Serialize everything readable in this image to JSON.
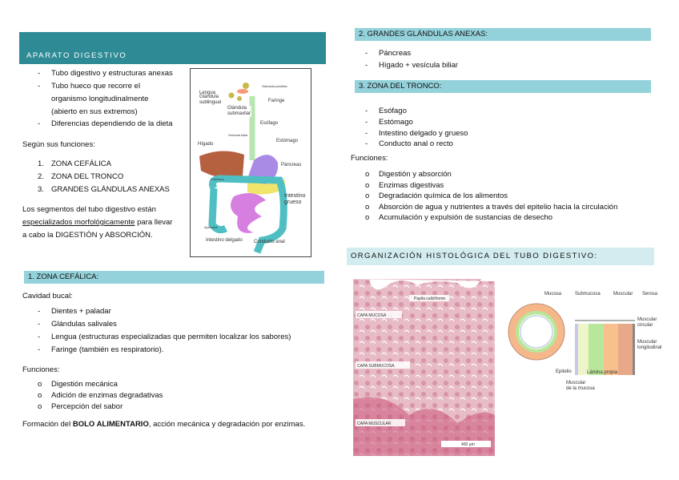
{
  "left": {
    "header": "APARATO DIGESTIVO",
    "intro_bullets": [
      "Tubo digestivo y estructuras anexas",
      "Tubo hueco que recorre el",
      "organismo longitudinalmente",
      "(abierto en sus extremos)",
      "Diferencias dependiendo de la dieta"
    ],
    "segun": "Según sus funciones:",
    "numbered": [
      {
        "n": "1.",
        "t": "ZONA CEFÁLICA"
      },
      {
        "n": "2.",
        "t": "ZONA DEL TRONCO"
      },
      {
        "n": "3.",
        "t": "GRANDES GLÁNDULAS ANEXAS"
      }
    ],
    "para": {
      "l1": "Los segmentos del tubo digestivo están",
      "l2u": "especializados morfológicamente",
      "l2": " para llevar",
      "l3": "a cabo la DIGESTIÓN y ABSORCIÓN."
    },
    "figure_labels": {
      "lengua": "Lengua",
      "gl_sub": "Glándula sublingual",
      "gl_par": "Glándula parótida",
      "faringe": "Faringe",
      "gl_subm": "Glándula submaxilar",
      "esofago": "Esófago",
      "vesicula": "Vesícula biliar",
      "higado": "Hígado",
      "estomago": "Estómago",
      "pancreas": "Páncreas",
      "coledoco": "Colédoco",
      "int_grueso": "Intestino grueso",
      "apendice": "Apéndice",
      "int_delgado": "Intestino delgado",
      "conducto": "Conducto anal"
    },
    "sec1": {
      "title": "1.  ZONA CEFÁLICA:",
      "cavidad": "Cavidad bucal:",
      "bullets": [
        "Dientes + paladar",
        "Glándulas salivales",
        "Lengua (estructuras especializadas que permiten localizar los sabores)",
        "Faringe (también es respiratorio)."
      ],
      "funciones": "Funciones:",
      "funcs": [
        "Digestión mecánica",
        "Adición de enzimas degradativas",
        "Percepción del sabor"
      ],
      "f_pre": "Formación del ",
      "f_bold": "BOLO ALIMENTARIO",
      "f_post": ", acción mecánica y degradación por enzimas."
    }
  },
  "right": {
    "sec2": {
      "title": "2.  GRANDES GLÁNDULAS ANEXAS:",
      "bullets": [
        "Páncreas",
        "Hígado + vesícula biliar"
      ]
    },
    "sec3": {
      "title": "3.  ZONA DEL TRONCO:",
      "bullets": [
        "Esófago",
        "Estómago",
        "Intestino delgado y grueso",
        "Conducto anal o recto"
      ],
      "funciones": "Funciones:",
      "funcs": [
        "Digestión y absorción",
        "Enzimas digestivas",
        "Degradación química de los alimentos",
        "Absorción de agua y nutrientes a través del epitelio hacia la circulación",
        "Acumulación y expulsión de sustancias de desecho"
      ]
    },
    "histo": {
      "title": "ORGANIZACIÓN HISTOLÓGICA DEL TUBO DIGESTIVO:",
      "micro_labels": [
        "Papila caliciforme",
        "CAPA MUCOSA",
        "CAPA SUBMUCOSA",
        "CAPA MUSCULAR",
        "400 µm"
      ],
      "diagram_labels": {
        "mucosa": "Mucosa",
        "submucosa": "Submucosa",
        "muscular": "Muscular",
        "serosa": "Serosa",
        "m_circ1": "Muscular",
        "m_circ2": "circular",
        "m_long1": "Muscular",
        "m_long2": "longitudinal",
        "epitelio": "Epitelio",
        "lamina": "Lámina propia",
        "mm1": "Muscular",
        "mm2": "de la mucosa"
      }
    }
  },
  "colors": {
    "header": "#2e8b96",
    "bar": "#94d2db",
    "bar_light": "#d3ecf0"
  }
}
